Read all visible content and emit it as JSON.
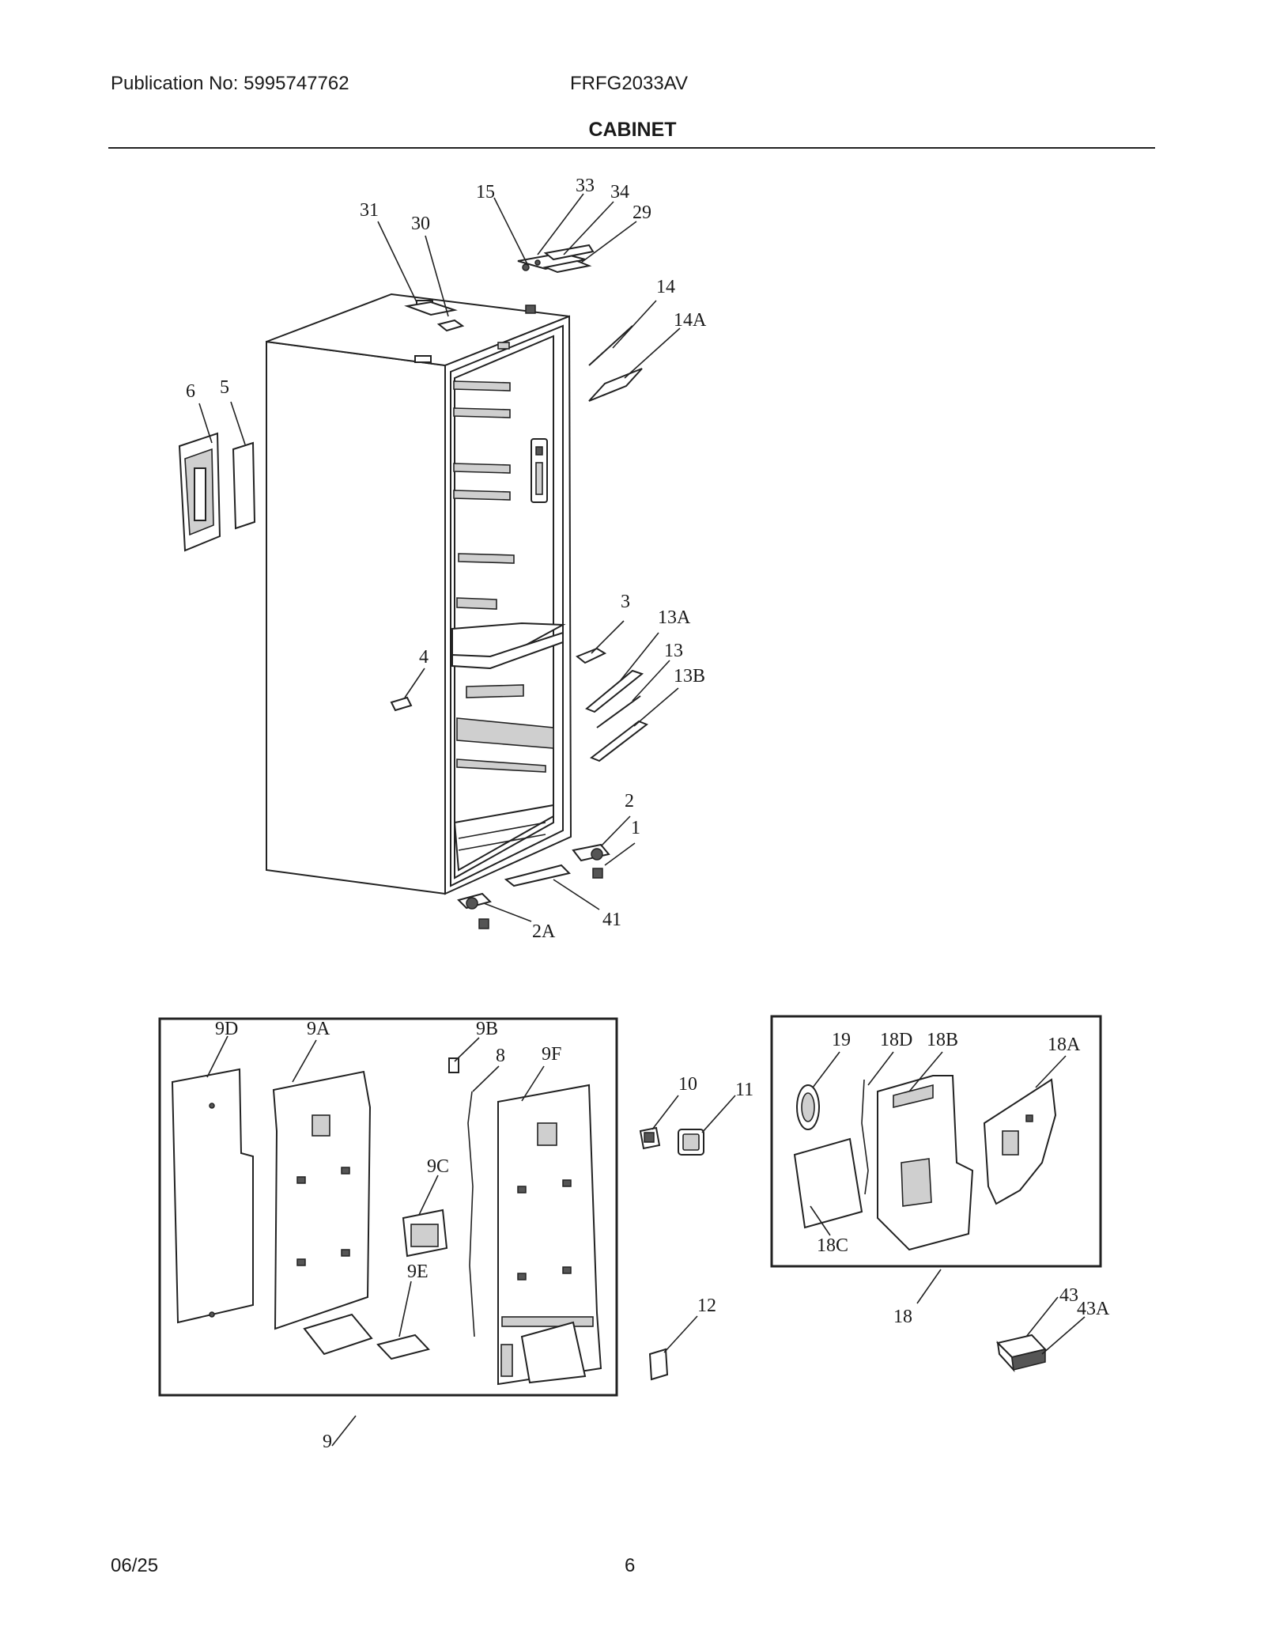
{
  "header": {
    "publication": "Publication No: 5995747762",
    "model": "FRFG2033AV",
    "section_title": "CABINET"
  },
  "footer": {
    "date": "06/25",
    "page": "6"
  },
  "callouts": {
    "c31": "31",
    "c30": "30",
    "c15": "15",
    "c33": "33",
    "c34": "34",
    "c29": "29",
    "c14": "14",
    "c14A": "14A",
    "c6": "6",
    "c5": "5",
    "c3": "3",
    "c13A": "13A",
    "c13": "13",
    "c13B": "13B",
    "c4": "4",
    "c2": "2",
    "c1": "1",
    "c41": "41",
    "c2A": "2A",
    "c9D": "9D",
    "c9A": "9A",
    "c9B": "9B",
    "c8": "8",
    "c9F": "9F",
    "c9C": "9C",
    "c9E": "9E",
    "c9": "9",
    "c10": "10",
    "c11": "11",
    "c12": "12",
    "c19": "19",
    "c18D": "18D",
    "c18B": "18B",
    "c18A": "18A",
    "c18C": "18C",
    "c18": "18",
    "c43": "43",
    "c43A": "43A"
  }
}
